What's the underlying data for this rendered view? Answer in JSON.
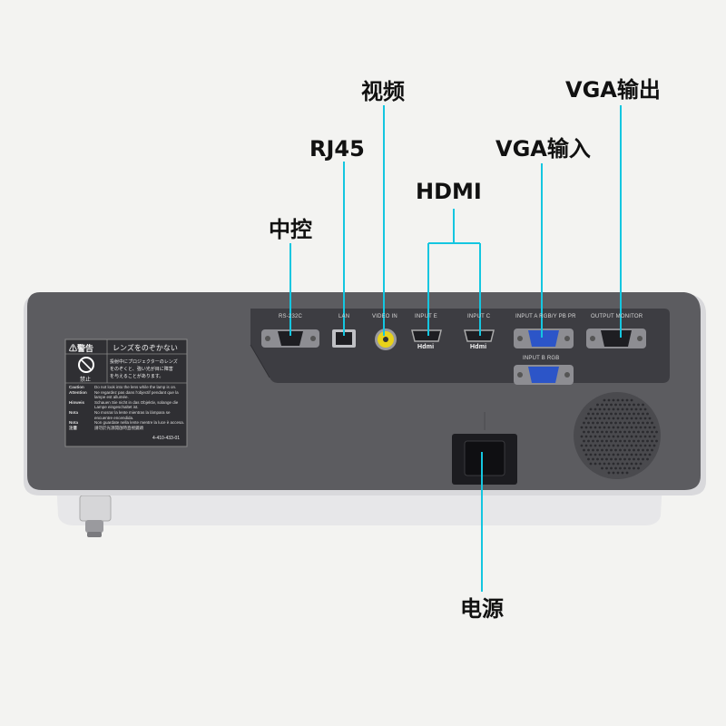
{
  "callouts": {
    "control": "中控",
    "rj45": "RJ45",
    "video": "视频",
    "hdmi": "HDMI",
    "vga_in": "VGA输入",
    "vga_out": "VGA输出",
    "power": "电源"
  },
  "ports": {
    "rs232c": "RS-232C",
    "lan": "LAN",
    "video_in": "VIDEO IN",
    "input_e": "INPUT E",
    "input_c": "INPUT C",
    "input_a": "INPUT A  RGB/Y PB PR",
    "output_monitor": "OUTPUT MONITOR",
    "input_b": "INPUT B  RGB",
    "hdmi_logo": "Hdmi"
  },
  "sticker": {
    "header_warn": "⚠警告",
    "header_jp": "レンズをのぞかない",
    "jp_line1": "投射中にプロジェクターのレンズ",
    "jp_line2": "をのぞくと、強い光が目に障害",
    "jp_line3": "を与えることがあります。",
    "prohibit": "禁止",
    "rows": [
      {
        "lang": "Caution",
        "text": "Do not look into the lens while the lamp is on."
      },
      {
        "lang": "Attention",
        "text": "Ne regardez pas dans l'objectif pendant que la"
      },
      {
        "lang": "",
        "text": "lampe est allumée."
      },
      {
        "lang": "Hinweis",
        "text": "Schauen Sie nicht in das Objektiv, solange die"
      },
      {
        "lang": "",
        "text": "Lampe eingeschaltet ist."
      },
      {
        "lang": "Nota",
        "text": "No mosrar la lente mientras la lámpara se"
      },
      {
        "lang": "",
        "text": "encuentre encendida."
      },
      {
        "lang": "Nota",
        "text": "Non guardate nella lente mentre la luce è accesa."
      },
      {
        "lang": "注意",
        "text": "請勿於光源開啟時直視鏡頭"
      }
    ],
    "code": "4-410-433-01"
  },
  "colors": {
    "callout_line": "#14c6e0",
    "body_dark": "#5c5c60",
    "panel": "#3d3d42",
    "vga_blue": "#2c55c8",
    "video_yellow": "#e8d21a"
  }
}
